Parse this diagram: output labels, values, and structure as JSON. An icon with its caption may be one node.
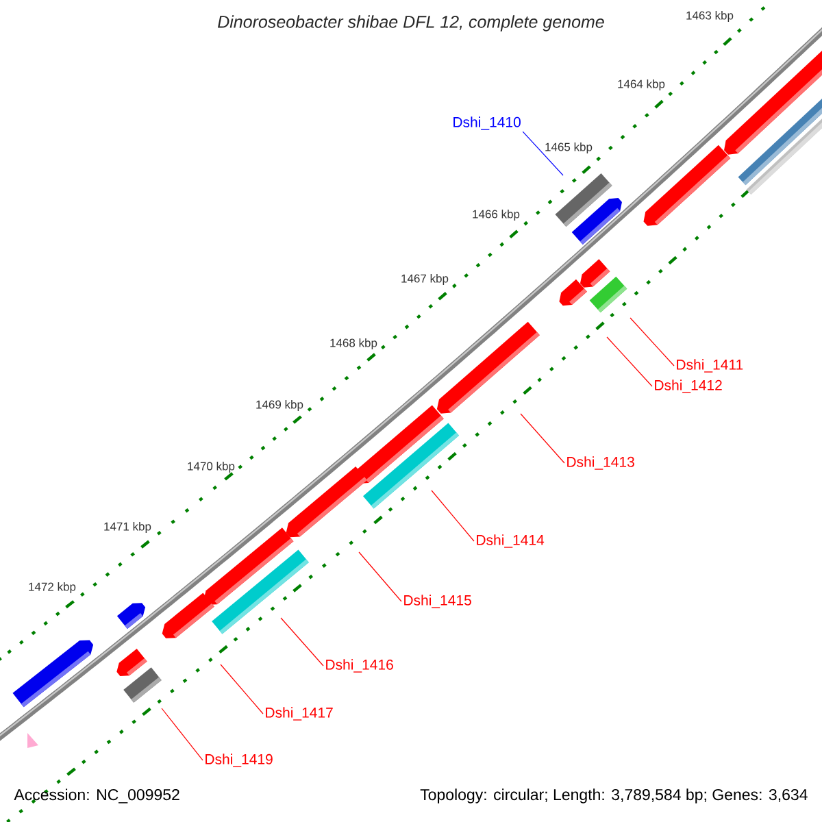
{
  "diagram": {
    "title": "Dinoroseobacter shibae DFL 12, complete genome",
    "nodes": [
      {
        "text": [
          "Dshi_1410"
        ]
      },
      {
        "text": [
          "Dshi_1411"
        ]
      },
      {
        "text": [
          "Dshi_1412"
        ]
      },
      {
        "text": [
          "Dshi_1413"
        ]
      },
      {
        "text": [
          "Dshi_1414"
        ]
      },
      {
        "text": [
          "Dshi_1415"
        ]
      },
      {
        "text": [
          "Dshi_1416"
        ]
      },
      {
        "text": [
          "Dshi_1417"
        ]
      },
      {
        "text": [
          "Dshi_1419"
        ]
      }
    ],
    "edges": [
      {
        "from": 0,
        "to": null,
        "arrow": "none",
        "color": "#0000ff"
      },
      {
        "from": 1,
        "to": null,
        "arrow": "none"
      },
      {
        "from": 2,
        "to": null,
        "arrow": "none"
      },
      {
        "from": 3,
        "to": null,
        "arrow": "none"
      },
      {
        "from": 4,
        "to": null,
        "arrow": "none"
      },
      {
        "from": 5,
        "to": null,
        "arrow": "none"
      },
      {
        "from": 6,
        "to": null,
        "arrow": "none"
      },
      {
        "from": 7,
        "to": null,
        "arrow": "none"
      },
      {
        "from": 8,
        "to": null,
        "arrow": "none"
      }
    ],
    "labels": [
      "1463 kbp",
      "1464 kbp",
      "1465 kbp",
      "1466 kbp",
      "1467 kbp",
      "1468 kbp",
      "1469 kbp",
      "1470 kbp",
      "1471 kbp",
      "1472 kbp",
      "Accession: NC_009952",
      "Topology: circular; Length: 3,789,584 bp; Genes: 3,634"
    ]
  }
}
